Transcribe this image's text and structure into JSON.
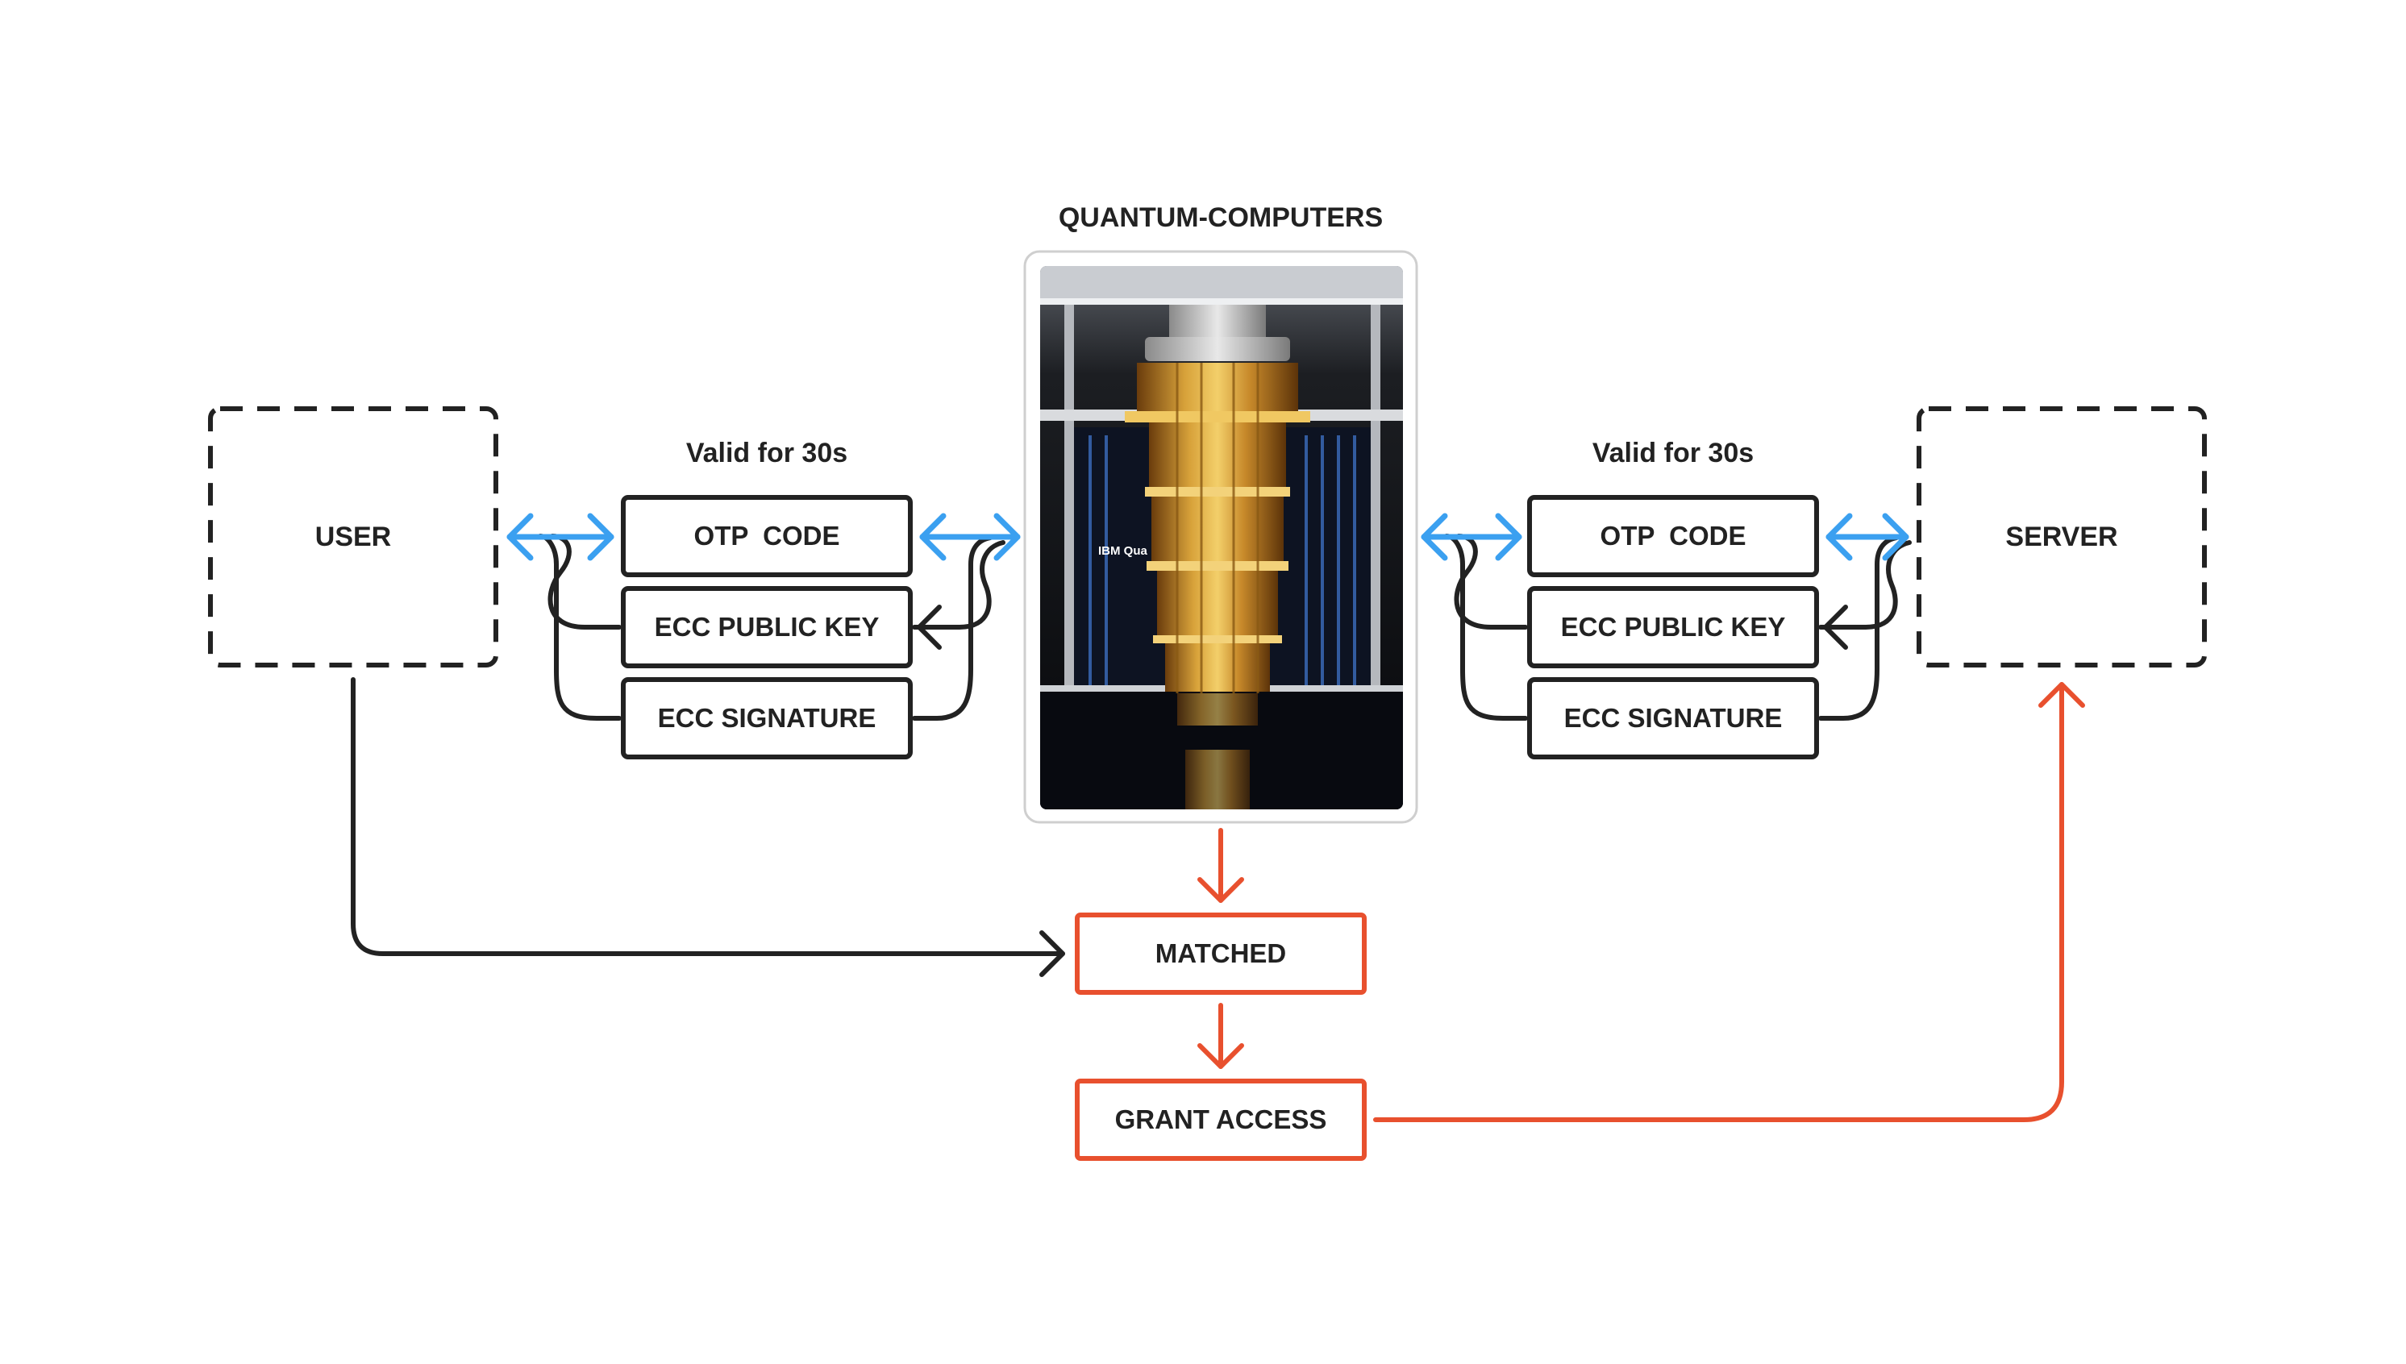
{
  "colors": {
    "black": "#222222",
    "blue": "#3ba0f0",
    "red": "#e8502e",
    "background": "#ffffff"
  },
  "header": {
    "title": "QUANTUM-COMPUTERS"
  },
  "left": {
    "node_label": "USER",
    "validity": "Valid for 30s",
    "items": [
      "OTP  CODE",
      "ECC PUBLIC KEY",
      "ECC SIGNATURE"
    ]
  },
  "right": {
    "node_label": "SERVER",
    "validity": "Valid for 30s",
    "items": [
      "OTP  CODE",
      "ECC PUBLIC KEY",
      "ECC SIGNATURE"
    ]
  },
  "photo": {
    "brand_text": "IBM Qua"
  },
  "flow": {
    "matched": "MATCHED",
    "grant": "GRANT ACCESS"
  }
}
